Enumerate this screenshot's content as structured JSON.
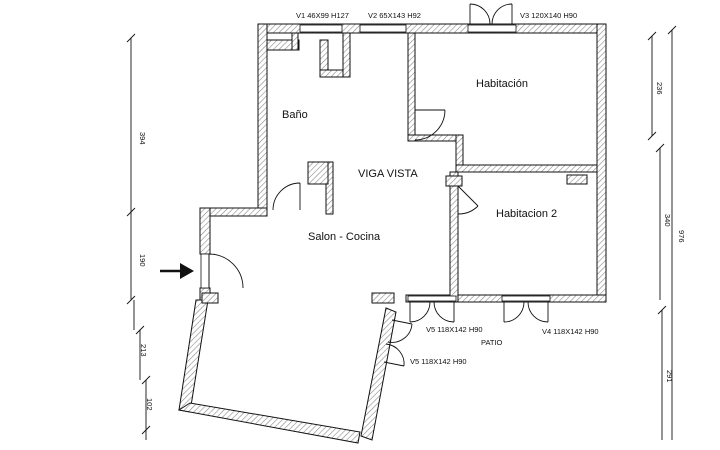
{
  "rooms": {
    "bano": "Baño",
    "habitacion": "Habitación",
    "habitacion2": "Habitacion 2",
    "viga": "VIGA VISTA",
    "salon": "Salon - Cocina",
    "patio": "PATIO"
  },
  "windows": {
    "v1": "V1 46X99 H127",
    "v2": "V2 65X143 H92",
    "v3": "V3 120X140 H90",
    "v4": "V4 118X142 H90",
    "v5a": "V5 118X142 H90",
    "v5b": "V5 118X142 H90"
  },
  "dimensions": {
    "left": [
      "394",
      "190",
      "213",
      "102"
    ],
    "right_inner": [
      "236",
      "340",
      "291"
    ],
    "right_total": "976"
  },
  "icons": {
    "entrance": "entrance-arrow-icon"
  },
  "colors": {
    "wall_hatch": "#8a8a8a",
    "line": "#111111"
  }
}
